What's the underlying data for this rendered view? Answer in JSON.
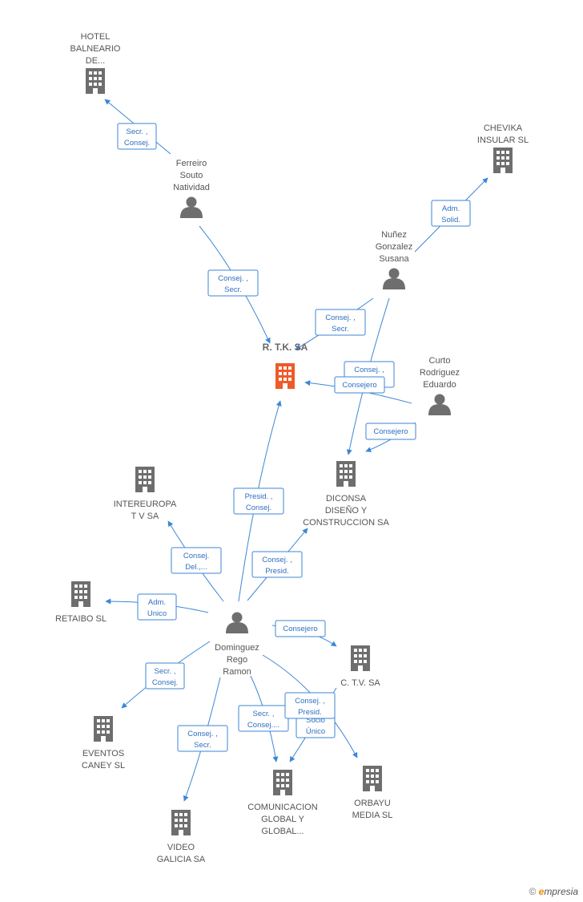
{
  "colors": {
    "company": "#6e6e6e",
    "center": "#f05a28",
    "person": "#6e6e6e",
    "edge": "#3d86d6"
  },
  "brand": {
    "symbol": "©",
    "e": "e",
    "rest": "mpresia"
  },
  "nodes": [
    {
      "id": "hotel",
      "type": "company",
      "lines": [
        "HOTEL",
        "BALNEARIO",
        "DE..."
      ]
    },
    {
      "id": "ferreiro",
      "type": "person",
      "lines": [
        "Ferreiro",
        "Souto",
        "Natividad"
      ]
    },
    {
      "id": "chevika",
      "type": "company",
      "lines": [
        "CHEVIKA",
        "INSULAR SL"
      ]
    },
    {
      "id": "nunez",
      "type": "person",
      "lines": [
        "Nuñez",
        "Gonzalez",
        "Susana"
      ]
    },
    {
      "id": "rtk",
      "type": "center",
      "lines": [
        "R. T.K. SA"
      ]
    },
    {
      "id": "curto",
      "type": "person",
      "lines": [
        "Curto",
        "Rodriguez",
        "Eduardo"
      ]
    },
    {
      "id": "diconsa",
      "type": "company",
      "lines": [
        "DICONSA",
        "DISEÑO Y",
        "CONSTRUCCION SA"
      ]
    },
    {
      "id": "intereuropa",
      "type": "company",
      "lines": [
        "INTEREUROPA",
        "T V SA"
      ]
    },
    {
      "id": "retaibo",
      "type": "company",
      "lines": [
        "RETAIBO SL"
      ]
    },
    {
      "id": "dominguez",
      "type": "person",
      "lines": [
        "Dominguez",
        "Rego",
        "Ramon"
      ]
    },
    {
      "id": "ctv",
      "type": "company",
      "lines": [
        "C. T.V. SA"
      ]
    },
    {
      "id": "eventos",
      "type": "company",
      "lines": [
        "EVENTOS",
        "CANEY  SL"
      ]
    },
    {
      "id": "comunicacion",
      "type": "company",
      "lines": [
        "COMUNICACION",
        "GLOBAL Y",
        "GLOBAL..."
      ]
    },
    {
      "id": "orbayu",
      "type": "company",
      "lines": [
        "ORBAYU",
        "MEDIA SL"
      ]
    },
    {
      "id": "video",
      "type": "company",
      "lines": [
        "VIDEO",
        "GALICIA SA"
      ]
    }
  ],
  "edges": [
    {
      "from": "ferreiro",
      "to": "hotel",
      "label": [
        "Secr. ,",
        "Consej."
      ]
    },
    {
      "from": "ferreiro",
      "to": "rtk",
      "label": [
        "Consej. ,",
        "Secr."
      ]
    },
    {
      "from": "nunez",
      "to": "chevika",
      "label": [
        "Adm.",
        "Solid."
      ]
    },
    {
      "from": "nunez",
      "to": "rtk",
      "label": [
        "Consej. ,",
        "Secr."
      ]
    },
    {
      "from": "nunez",
      "to": "diconsa",
      "label": [
        "Consej. ,",
        "Secr."
      ]
    },
    {
      "from": "curto",
      "to": "rtk",
      "label": [
        "Consejero"
      ]
    },
    {
      "from": "curto",
      "to": "diconsa",
      "label": [
        "Consejero"
      ]
    },
    {
      "from": "dominguez",
      "to": "rtk",
      "label": [
        "Presid. ,",
        "Consej."
      ]
    },
    {
      "from": "dominguez",
      "to": "diconsa",
      "label": [
        "Consej. ,",
        "Presid."
      ]
    },
    {
      "from": "dominguez",
      "to": "intereuropa",
      "label": [
        "Consej.",
        "Del.,..."
      ]
    },
    {
      "from": "dominguez",
      "to": "retaibo",
      "label": [
        "Adm.",
        "Unico"
      ]
    },
    {
      "from": "dominguez",
      "to": "ctv",
      "label": [
        "Consejero"
      ]
    },
    {
      "from": "dominguez",
      "to": "eventos",
      "label": [
        "Secr. ,",
        "Consej."
      ]
    },
    {
      "from": "dominguez",
      "to": "video",
      "label": [
        "Consej. ,",
        "Secr."
      ]
    },
    {
      "from": "dominguez",
      "to": "comunicacion",
      "label": [
        "Secr. ,",
        "Consej...."
      ]
    },
    {
      "from": "dominguez",
      "to": "comunicacion",
      "label": [
        "Socio",
        "Único"
      ]
    },
    {
      "from": "dominguez",
      "to": "orbayu",
      "label": [
        "Consej. ,",
        "Presid."
      ]
    }
  ]
}
